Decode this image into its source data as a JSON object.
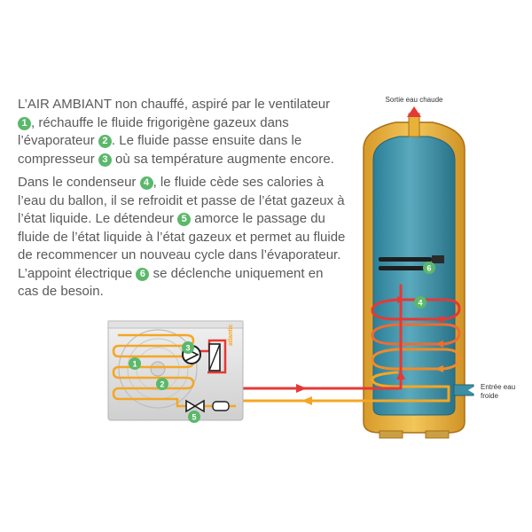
{
  "paragraph1": {
    "t1": "L’AIR AMBIANT non chauffé, aspiré par le ventilateur ",
    "n1": "1",
    "t2": ", réchauffe le fluide frigorigène gazeux dans l’évaporateur ",
    "n2": "2",
    "t3": ". Le fluide passe ensuite dans le compresseur ",
    "n3": "3",
    "t4": " où sa température augmente encore."
  },
  "paragraph2": {
    "t1": "Dans le condenseur ",
    "n4": "4",
    "t2": ", le fluide cède ses calories à l’eau du ballon, il se refroidit et passe de l’état gazeux à l’état liquide. Le détendeur ",
    "n5": "5",
    "t3": " amorce le passage du fluide de l’état liquide à l’état gazeux et permet au fluide de recommencer un nouveau cycle dans l’évaporateur. L’appoint électrique ",
    "n6": "6",
    "t4": " se déclenche uniquement en cas de besoin."
  },
  "labels": {
    "hot_outlet": "Sortie eau chaude",
    "cold_inlet_line1": "Entrée eau",
    "cold_inlet_line2": "froide",
    "unit_brand": "atlantic"
  },
  "badges": {
    "fan": "1",
    "evaporator": "2",
    "compressor": "3",
    "condenser": "4",
    "expansion_valve": "5",
    "electric_heater": "6"
  },
  "colors": {
    "hot_fluid": "#e53935",
    "cool_fluid": "#f5a623",
    "water_tank": "#3d8fa6",
    "tank_shell": "#e8b23a",
    "badge": "#5bb86b",
    "text": "#5a5a5a"
  }
}
